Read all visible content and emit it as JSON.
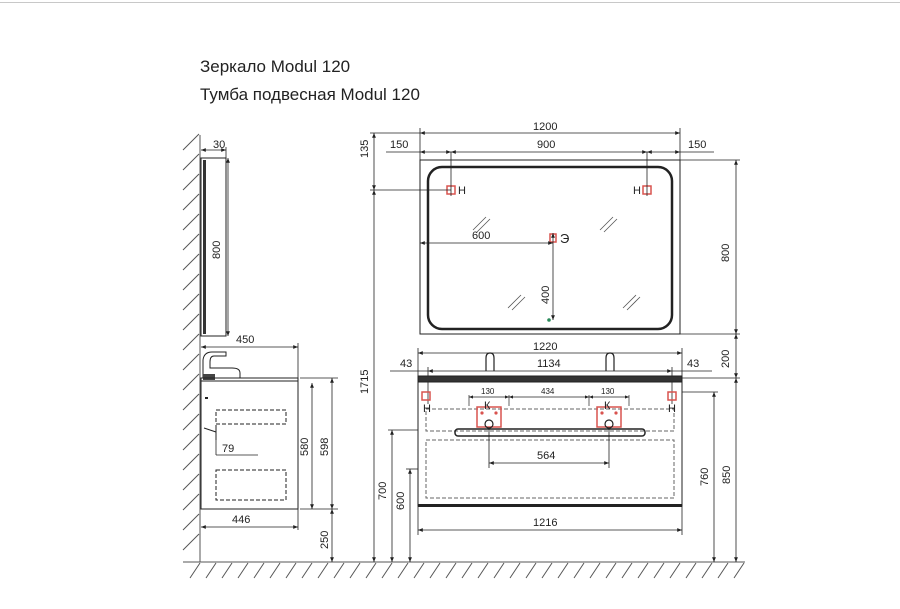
{
  "titles": {
    "mirror": "Зеркало Modul 120",
    "cabinet": "Тумба подвесная Modul 120"
  },
  "side_view": {
    "mirror_depth": "30",
    "mirror_height": "800",
    "cabinet_depth_top": "450",
    "cabinet_height": "580",
    "cabinet_height_total": "598",
    "drain_offset": "79",
    "cabinet_depth_bottom": "446",
    "floor_gap": "250"
  },
  "front_view": {
    "mirror_top_offset": "135",
    "mirror_width": "1200",
    "hole_left_offset": "150",
    "hole_spacing": "900",
    "hole_right_offset": "150",
    "mirror_height": "800",
    "electric_offset_x": "600",
    "electric_height": "400",
    "mirror_to_basin_gap": "200",
    "overall_height": "1715",
    "basin_width": "1220",
    "basin_inner_width": "1134",
    "side_offset_left": "43",
    "side_offset_right": "43",
    "pipe_spacing_left": "130",
    "pipe_spacing_mid": "434",
    "pipe_spacing_right": "130",
    "handle_width": "564",
    "cabinet_width": "1216",
    "height_700": "700",
    "height_600": "600",
    "height_760": "760",
    "height_850": "850"
  },
  "markers": {
    "hot": "Н",
    "cold": "К",
    "electric": "Э"
  },
  "colors": {
    "line": "#222222",
    "red_marker": "#d9534f",
    "hatch": "#555555"
  }
}
